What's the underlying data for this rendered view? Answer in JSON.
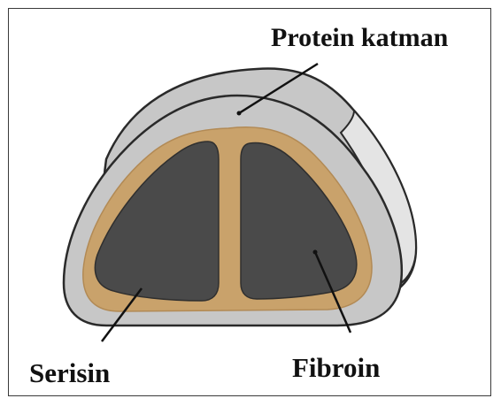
{
  "labels": {
    "protein_layer": "Protein katman",
    "sericin": "Serisin",
    "fibroin": "Fibroin"
  },
  "colors": {
    "outer_shell": "#c7c7c7",
    "outer_shell_edge": "#2a2a2a",
    "side_face": "#e4e4e4",
    "sericin": "#c9a26b",
    "fibroin": "#4a4a4a",
    "frame": "#3a3a3a",
    "text": "#111111"
  }
}
